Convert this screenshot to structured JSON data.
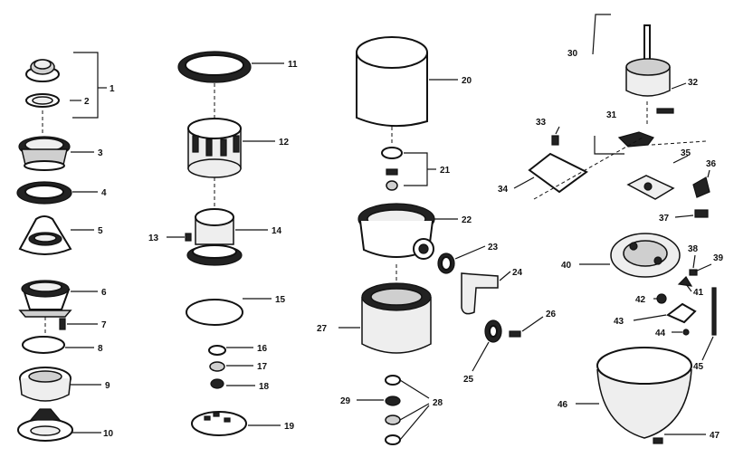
{
  "diagram": {
    "callouts": [
      "1",
      "2",
      "3",
      "4",
      "5",
      "6",
      "7",
      "8",
      "9",
      "10",
      "11",
      "12",
      "13",
      "14",
      "15",
      "16",
      "17",
      "18",
      "19",
      "20",
      "21",
      "22",
      "23",
      "24",
      "25",
      "26",
      "27",
      "28",
      "29",
      "30",
      "31",
      "32",
      "33",
      "34",
      "35",
      "36",
      "37",
      "38",
      "39",
      "40",
      "41",
      "42",
      "43",
      "44",
      "45",
      "46",
      "47"
    ]
  },
  "colors": {
    "ink": "#111111",
    "background": "#ffffff"
  }
}
